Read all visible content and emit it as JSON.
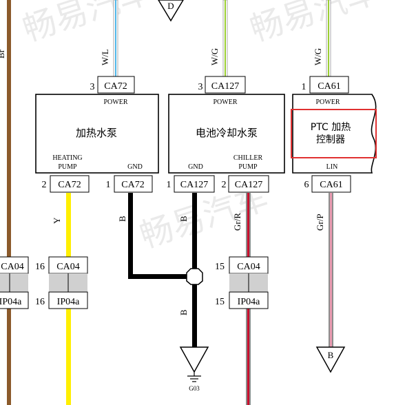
{
  "watermark": "畅易汽车",
  "top_connectors": {
    "ca72": {
      "pin": "3",
      "name": "CA72",
      "wire": "W/L"
    },
    "ca127": {
      "pin": "3",
      "name": "CA127",
      "wire": "W/G"
    },
    "ca61": {
      "pin": "1",
      "name": "CA61",
      "wire": "W/G"
    }
  },
  "top_ground_symbol": "D",
  "left_wire_label": "Br",
  "modules": {
    "heating_pump": {
      "title": "加热水泵",
      "power": "POWER",
      "pin_left_line1": "HEATING",
      "pin_left_line2": "PUMP",
      "pin_right": "GND"
    },
    "chiller_pump": {
      "title": "电池冷却水泵",
      "power": "POWER",
      "pin_left": "GND",
      "pin_right_line1": "CHILLER",
      "pin_right_line2": "PUMP"
    },
    "ptc": {
      "title_line1": "PTC 加热",
      "title_line2": "控制器",
      "power": "POWER",
      "pin_bottom": "LIN"
    }
  },
  "bottom_connectors": {
    "ca72_2": {
      "pin": "2",
      "name": "CA72"
    },
    "ca72_1": {
      "pin": "1",
      "name": "CA72"
    },
    "ca127_1": {
      "pin": "1",
      "name": "CA127"
    },
    "ca127_2": {
      "pin": "2",
      "name": "CA127"
    },
    "ca61_6": {
      "pin": "6",
      "name": "CA61"
    }
  },
  "wire_labels": {
    "yellow": "Y",
    "black_1": "B",
    "black_2": "B",
    "black_3": "B",
    "gr_r": "Gr/R",
    "gr_p": "Gr/P"
  },
  "inline_connectors": {
    "left_partial": {
      "upper": "CA04",
      "lower": "IP04a"
    },
    "pin16": {
      "pin": "16",
      "upper": "CA04",
      "lower": "IP04a"
    },
    "pin15": {
      "pin": "15",
      "upper": "CA04",
      "lower": "IP04a"
    }
  },
  "ground_label": "G03",
  "bottom_ground_symbol": "B",
  "colors": {
    "brown": "#8b5a2b",
    "yellow": "#ffef00",
    "black": "#000000",
    "gr_r_base": "#8c8c8c",
    "gr_r_stripe": "#c8102e",
    "gr_p_stripe": "#e89ab0",
    "w_l_stripe": "#4fb6e8",
    "w_g_stripe": "#9acd32",
    "highlight": "#e03030",
    "connector_fill": "#d0d0d0"
  }
}
